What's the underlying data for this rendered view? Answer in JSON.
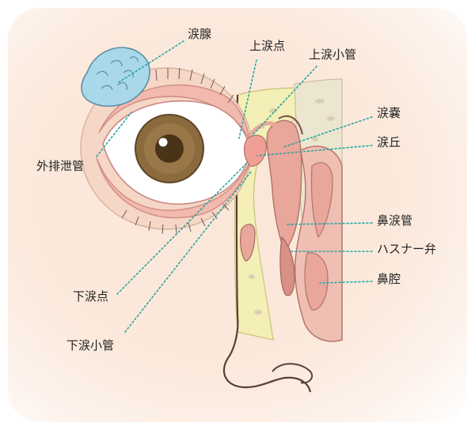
{
  "labels": {
    "lacrimal_gland": "涙腺",
    "upper_punctum": "上涙点",
    "upper_canaliculus": "上涙小管",
    "lacrimal_sac": "涙嚢",
    "caruncle": "涙丘",
    "excretory_ducts": "外排泄管",
    "nasolacrimal_duct": "鼻涙管",
    "hasner_valve": "ハスナー弁",
    "nasal_cavity": "鼻腔",
    "lower_punctum": "下涙点",
    "lower_canaliculus": "下涙小管"
  },
  "colors": {
    "leader": "#2aa6a0",
    "gland": "#a9d8ea",
    "iris": "#8b6a3e",
    "sclera": "#ffffff",
    "lid": "#f2b9ae",
    "nasal_tissue": "#f0bfb4",
    "bone": "#e7e2cf",
    "fat": "#f3efb6"
  }
}
